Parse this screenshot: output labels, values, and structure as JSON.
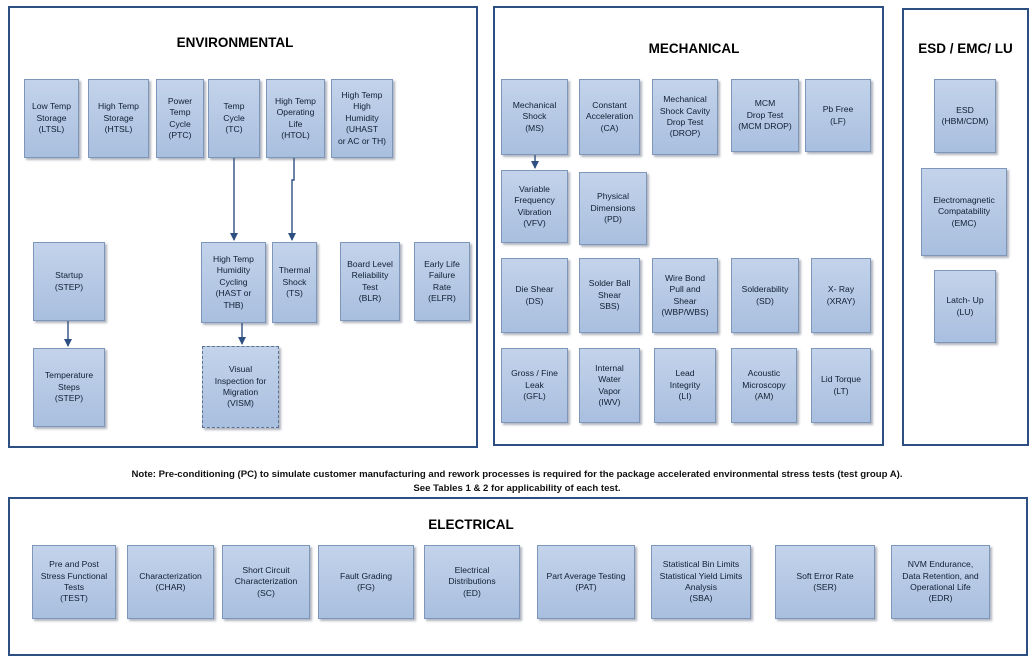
{
  "colors": {
    "panel_border": "#2e4f82",
    "box_fill_top": "#c3d3ea",
    "box_fill_bottom": "#a9bfdf",
    "box_border": "#7f96bb",
    "arrow": "#2e4f82"
  },
  "panels": {
    "environmental": {
      "title": "ENVIRONMENTAL"
    },
    "mechanical": {
      "title": "MECHANICAL"
    },
    "esd": {
      "title": "ESD / EMC/ LU"
    },
    "electrical": {
      "title": "ELECTRICAL"
    }
  },
  "boxes": {
    "ltsl": [
      "Low Temp",
      "Storage",
      "(LTSL)"
    ],
    "htsl": [
      "High Temp",
      "Storage",
      "(HTSL)"
    ],
    "ptc": [
      "Power",
      "Temp",
      "Cycle",
      "(PTC)"
    ],
    "tc": [
      "Temp",
      "Cycle",
      "(TC)"
    ],
    "htol": [
      "High Temp",
      "Operating",
      "Life",
      "(HTOL)"
    ],
    "uhast": [
      "High Temp",
      "High",
      "Humidity",
      "(UHAST",
      "or AC or TH)"
    ],
    "step": [
      "Startup",
      "(STEP)"
    ],
    "temp_steps": [
      "Temperature",
      "Steps",
      "(STEP)"
    ],
    "hast": [
      "High Temp",
      "Humidity",
      "Cycling",
      "(HAST or",
      "THB)"
    ],
    "ts": [
      "Thermal",
      "Shock",
      "(TS)"
    ],
    "blr": [
      "Board Level",
      "Reliability",
      "Test",
      "(BLR)"
    ],
    "elfr": [
      "Early Life",
      "Failure",
      "Rate",
      "(ELFR)"
    ],
    "vism": [
      "Visual",
      "Inspection for",
      "Migration",
      "(VISM)"
    ],
    "ms": [
      "Mechanical",
      "Shock",
      "(MS)"
    ],
    "ca": [
      "Constant",
      "Acceleration",
      "(CA)"
    ],
    "drop": [
      "Mechanical",
      "Shock Cavity",
      "Drop Test",
      "(DROP)"
    ],
    "mcm_drop": [
      "MCM",
      "Drop Test",
      "(MCM DROP)"
    ],
    "lf": [
      "Pb Free",
      "(LF)"
    ],
    "vfv": [
      "Variable",
      "Frequency",
      "Vibration",
      "(VFV)"
    ],
    "pd": [
      "Physical",
      "Dimensions",
      "(PD)"
    ],
    "ds": [
      "Die Shear",
      "(DS)"
    ],
    "sbs": [
      "Solder Ball",
      "Shear",
      "SBS)"
    ],
    "wbp": [
      "Wire Bond",
      "Pull and",
      "Shear",
      "(WBP/WBS)"
    ],
    "sd": [
      "Solderability",
      "(SD)"
    ],
    "xray": [
      "X- Ray",
      "(XRAY)"
    ],
    "gfl": [
      "Gross / Fine",
      "Leak",
      "(GFL)"
    ],
    "iwv": [
      "Internal",
      "Water",
      "Vapor",
      "(IWV)"
    ],
    "li": [
      "Lead",
      "Integrity",
      "(LI)"
    ],
    "am": [
      "Acoustic",
      "Microscopy",
      "(AM)"
    ],
    "lt": [
      "Lid Torque",
      "(LT)"
    ],
    "esd": [
      "ESD",
      "(HBM/CDM)"
    ],
    "emc": [
      "Electromagnetic",
      "Compatability",
      "(EMC)"
    ],
    "lu": [
      "Latch- Up",
      "(LU)"
    ],
    "test": [
      "Pre and Post",
      "Stress Functional",
      "Tests",
      "(TEST)"
    ],
    "char": [
      "Characterization",
      "(CHAR)"
    ],
    "sc": [
      "Short Circuit",
      "Characterization",
      "(SC)"
    ],
    "fg": [
      "Fault Grading",
      "(FG)"
    ],
    "ed": [
      "Electrical",
      "Distributions",
      "(ED)"
    ],
    "pat": [
      "Part Average Testing",
      "(PAT)"
    ],
    "sba": [
      "Statistical Bin Limits",
      "Statistical Yield Limits",
      "Analysis",
      "(SBA)"
    ],
    "ser": [
      "Soft Error Rate",
      "(SER)"
    ],
    "edr": [
      "NVM Endurance,",
      "Data Retention, and",
      "Operational Life",
      "(EDR)"
    ]
  },
  "note": {
    "line1": "Note:  Pre-conditioning (PC) to simulate customer manufacturing and rework processes is required for the package accelerated environmental stress tests (test group A).",
    "line2": "See Tables 1 & 2 for applicability of each test."
  }
}
